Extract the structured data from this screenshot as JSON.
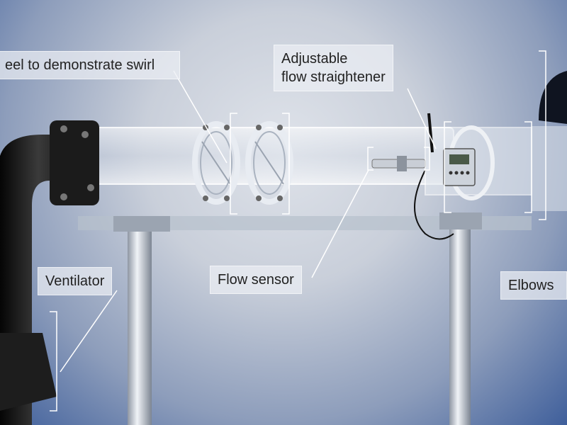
{
  "labels": {
    "swirl": "eel to demonstrate swirl",
    "straightener_line1": "Adjustable",
    "straightener_line2": "flow straightener",
    "ventilator": "Ventilator",
    "flow_sensor": "Flow sensor",
    "elbows": "Elbows"
  },
  "colors": {
    "background_top": "#dfe3ea",
    "background_edge": "#3f5f9b",
    "label_bg": "rgba(235,238,244,0.72)",
    "callout_line": "#ffffff",
    "pipe_black": "#151515"
  }
}
